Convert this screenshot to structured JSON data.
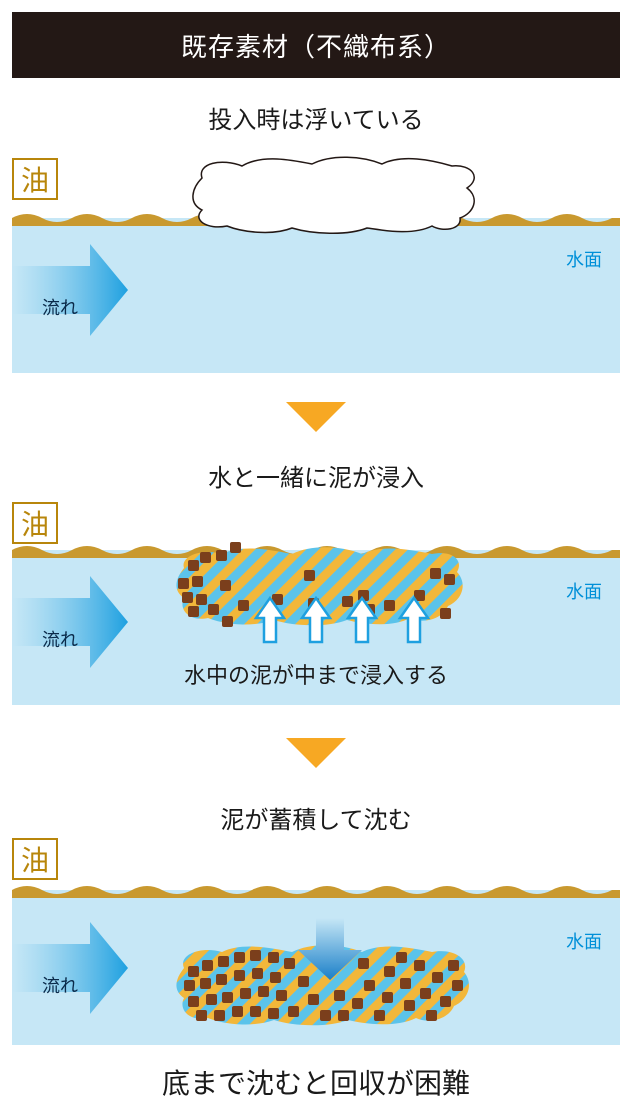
{
  "header": {
    "title": "既存素材（不織布系）"
  },
  "stage1": {
    "caption": "投入時は浮いている",
    "oil_label": "油",
    "surface_label": "水面",
    "flow_label": "流れ"
  },
  "stage2": {
    "caption": "水と一緒に泥が浸入",
    "oil_label": "油",
    "surface_label": "水面",
    "flow_label": "流れ",
    "inner_caption": "水中の泥が中まで浸入する"
  },
  "stage3": {
    "caption": "泥が蓄積して沈む",
    "oil_label": "油",
    "surface_label": "水面",
    "flow_label": "流れ"
  },
  "footer": {
    "caption": "底まで沈むと回収が困難"
  },
  "colors": {
    "water": "#c6e7f6",
    "oil": "#c9992f",
    "arrow": "#1ea0e0",
    "triangle": "#f7a823",
    "mud": "#7b3f1c",
    "stripe": "#f2b73a"
  }
}
